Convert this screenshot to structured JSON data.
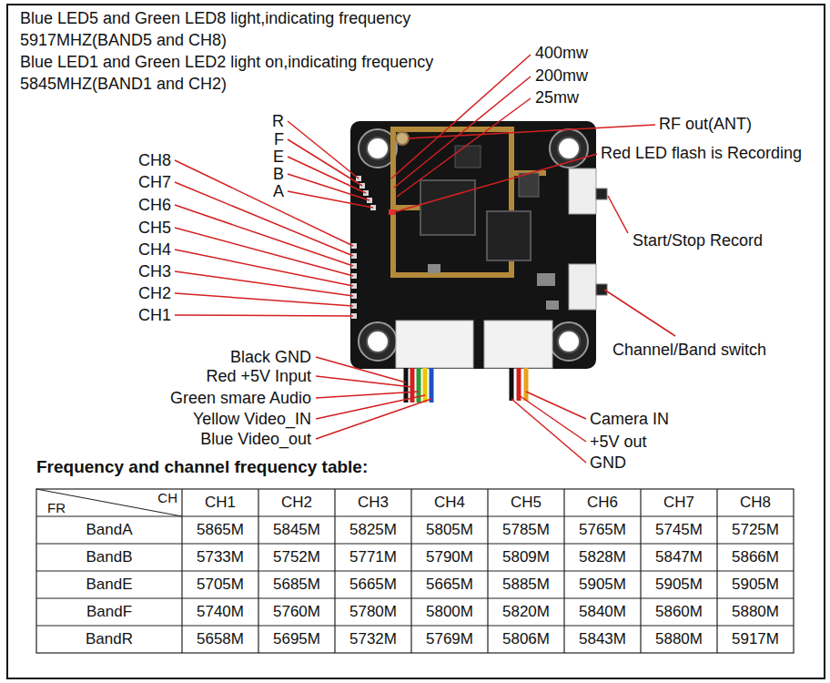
{
  "diagram": {
    "labels": [
      "Blue LED5 and Green LED8 light,indicating frequency 5917MHZ(BAND5 and CH8)",
      "Blue LED1 and Green LED2 light on,indicating frequency 5845MHZ(BAND1 and CH2)",
      "400mw",
      "200mw",
      "25mw",
      "RF out(ANT)",
      "Red LED flash is Recording",
      "R",
      "F",
      "E",
      "B",
      "A",
      "CH8",
      "CH7",
      "CH6",
      "CH5",
      "CH4",
      "CH3",
      "CH2",
      "CH1",
      "Start/Stop Record",
      "Channel/Band switch",
      "Black GND",
      "Red +5V Input",
      "Green smare Audio",
      "Yellow Video_IN",
      "Blue Video_out",
      "Camera IN",
      "+5V out",
      "GND",
      "Frequency and channel frequency table:",
      "FR",
      "CH",
      "CH1",
      "CH2",
      "CH3",
      "CH4",
      "CH5",
      "CH6",
      "CH7",
      "CH8",
      "BandA",
      "5865M",
      "5845M",
      "5825M",
      "5805M",
      "5785M",
      "5765M",
      "5745M",
      "5725M",
      "BandB",
      "5733M",
      "5752M",
      "5771M",
      "5790M",
      "5809M",
      "5828M",
      "5847M",
      "5866M",
      "BandE",
      "5705M",
      "5685M",
      "5665M",
      "5665M",
      "5885M",
      "5905M",
      "5905M",
      "5905M",
      "BandF",
      "5740M",
      "5760M",
      "5780M",
      "5800M",
      "5820M",
      "5840M",
      "5860M",
      "5880M",
      "BandR",
      "5658M",
      "5695M",
      "5732M",
      "5769M",
      "5806M",
      "5843M",
      "5880M",
      "5917M"
    ]
  }
}
